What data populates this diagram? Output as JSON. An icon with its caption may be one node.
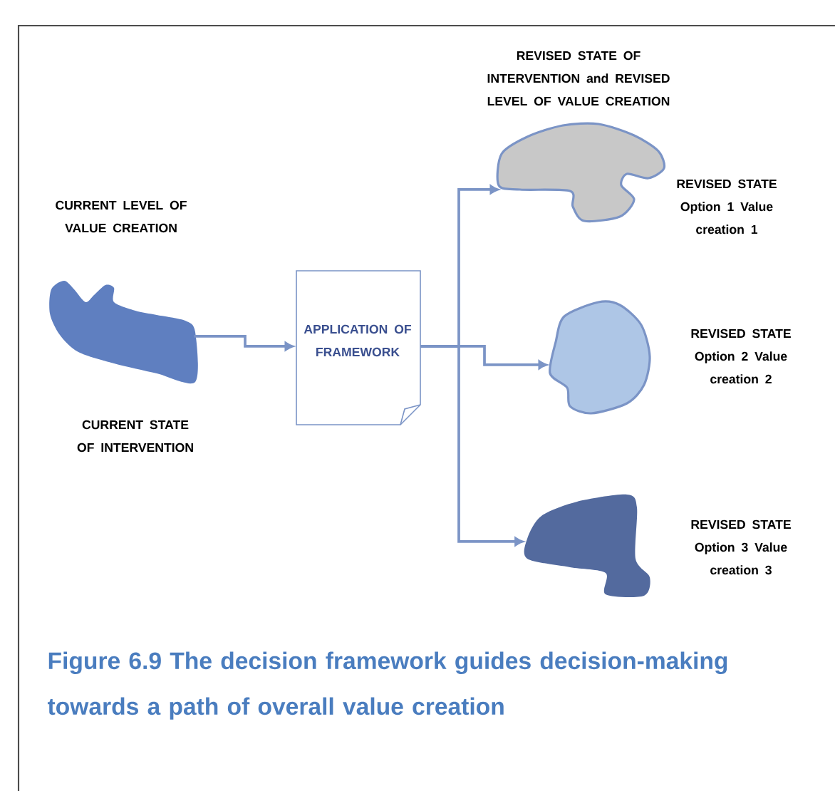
{
  "diagram": {
    "caption": "Figure 6.9 The decision framework guides decision-making towards a path of overall value creation",
    "nodes": [
      {
        "text": [],
        "shape": "blob",
        "beside": [
          "CURRENT LEVEL OF VALUE CREATION",
          "CURRENT STATE OF INTERVENTION"
        ]
      },
      {
        "text": [
          "APPLICATION OF FRAMEWORK"
        ]
      },
      {
        "text": [],
        "shape": "blob",
        "beside": [
          "REVISED STATE OF INTERVENTION and REVISED LEVEL OF VALUE CREATION",
          "REVISED STATE Option 1 Value creation 1"
        ]
      },
      {
        "text": [],
        "shape": "blob",
        "beside": [
          "REVISED STATE Option 2 Value creation 2"
        ]
      },
      {
        "text": [],
        "shape": "blob",
        "beside": [
          "REVISED STATE Option 3 Value creation 3"
        ]
      }
    ],
    "edges": [
      {
        "from": 0,
        "to": 1,
        "arrow": "to"
      },
      {
        "from": 1,
        "to": 2,
        "arrow": "to"
      },
      {
        "from": 1,
        "to": 3,
        "arrow": "to"
      },
      {
        "from": 1,
        "to": 4,
        "arrow": "to"
      }
    ]
  }
}
